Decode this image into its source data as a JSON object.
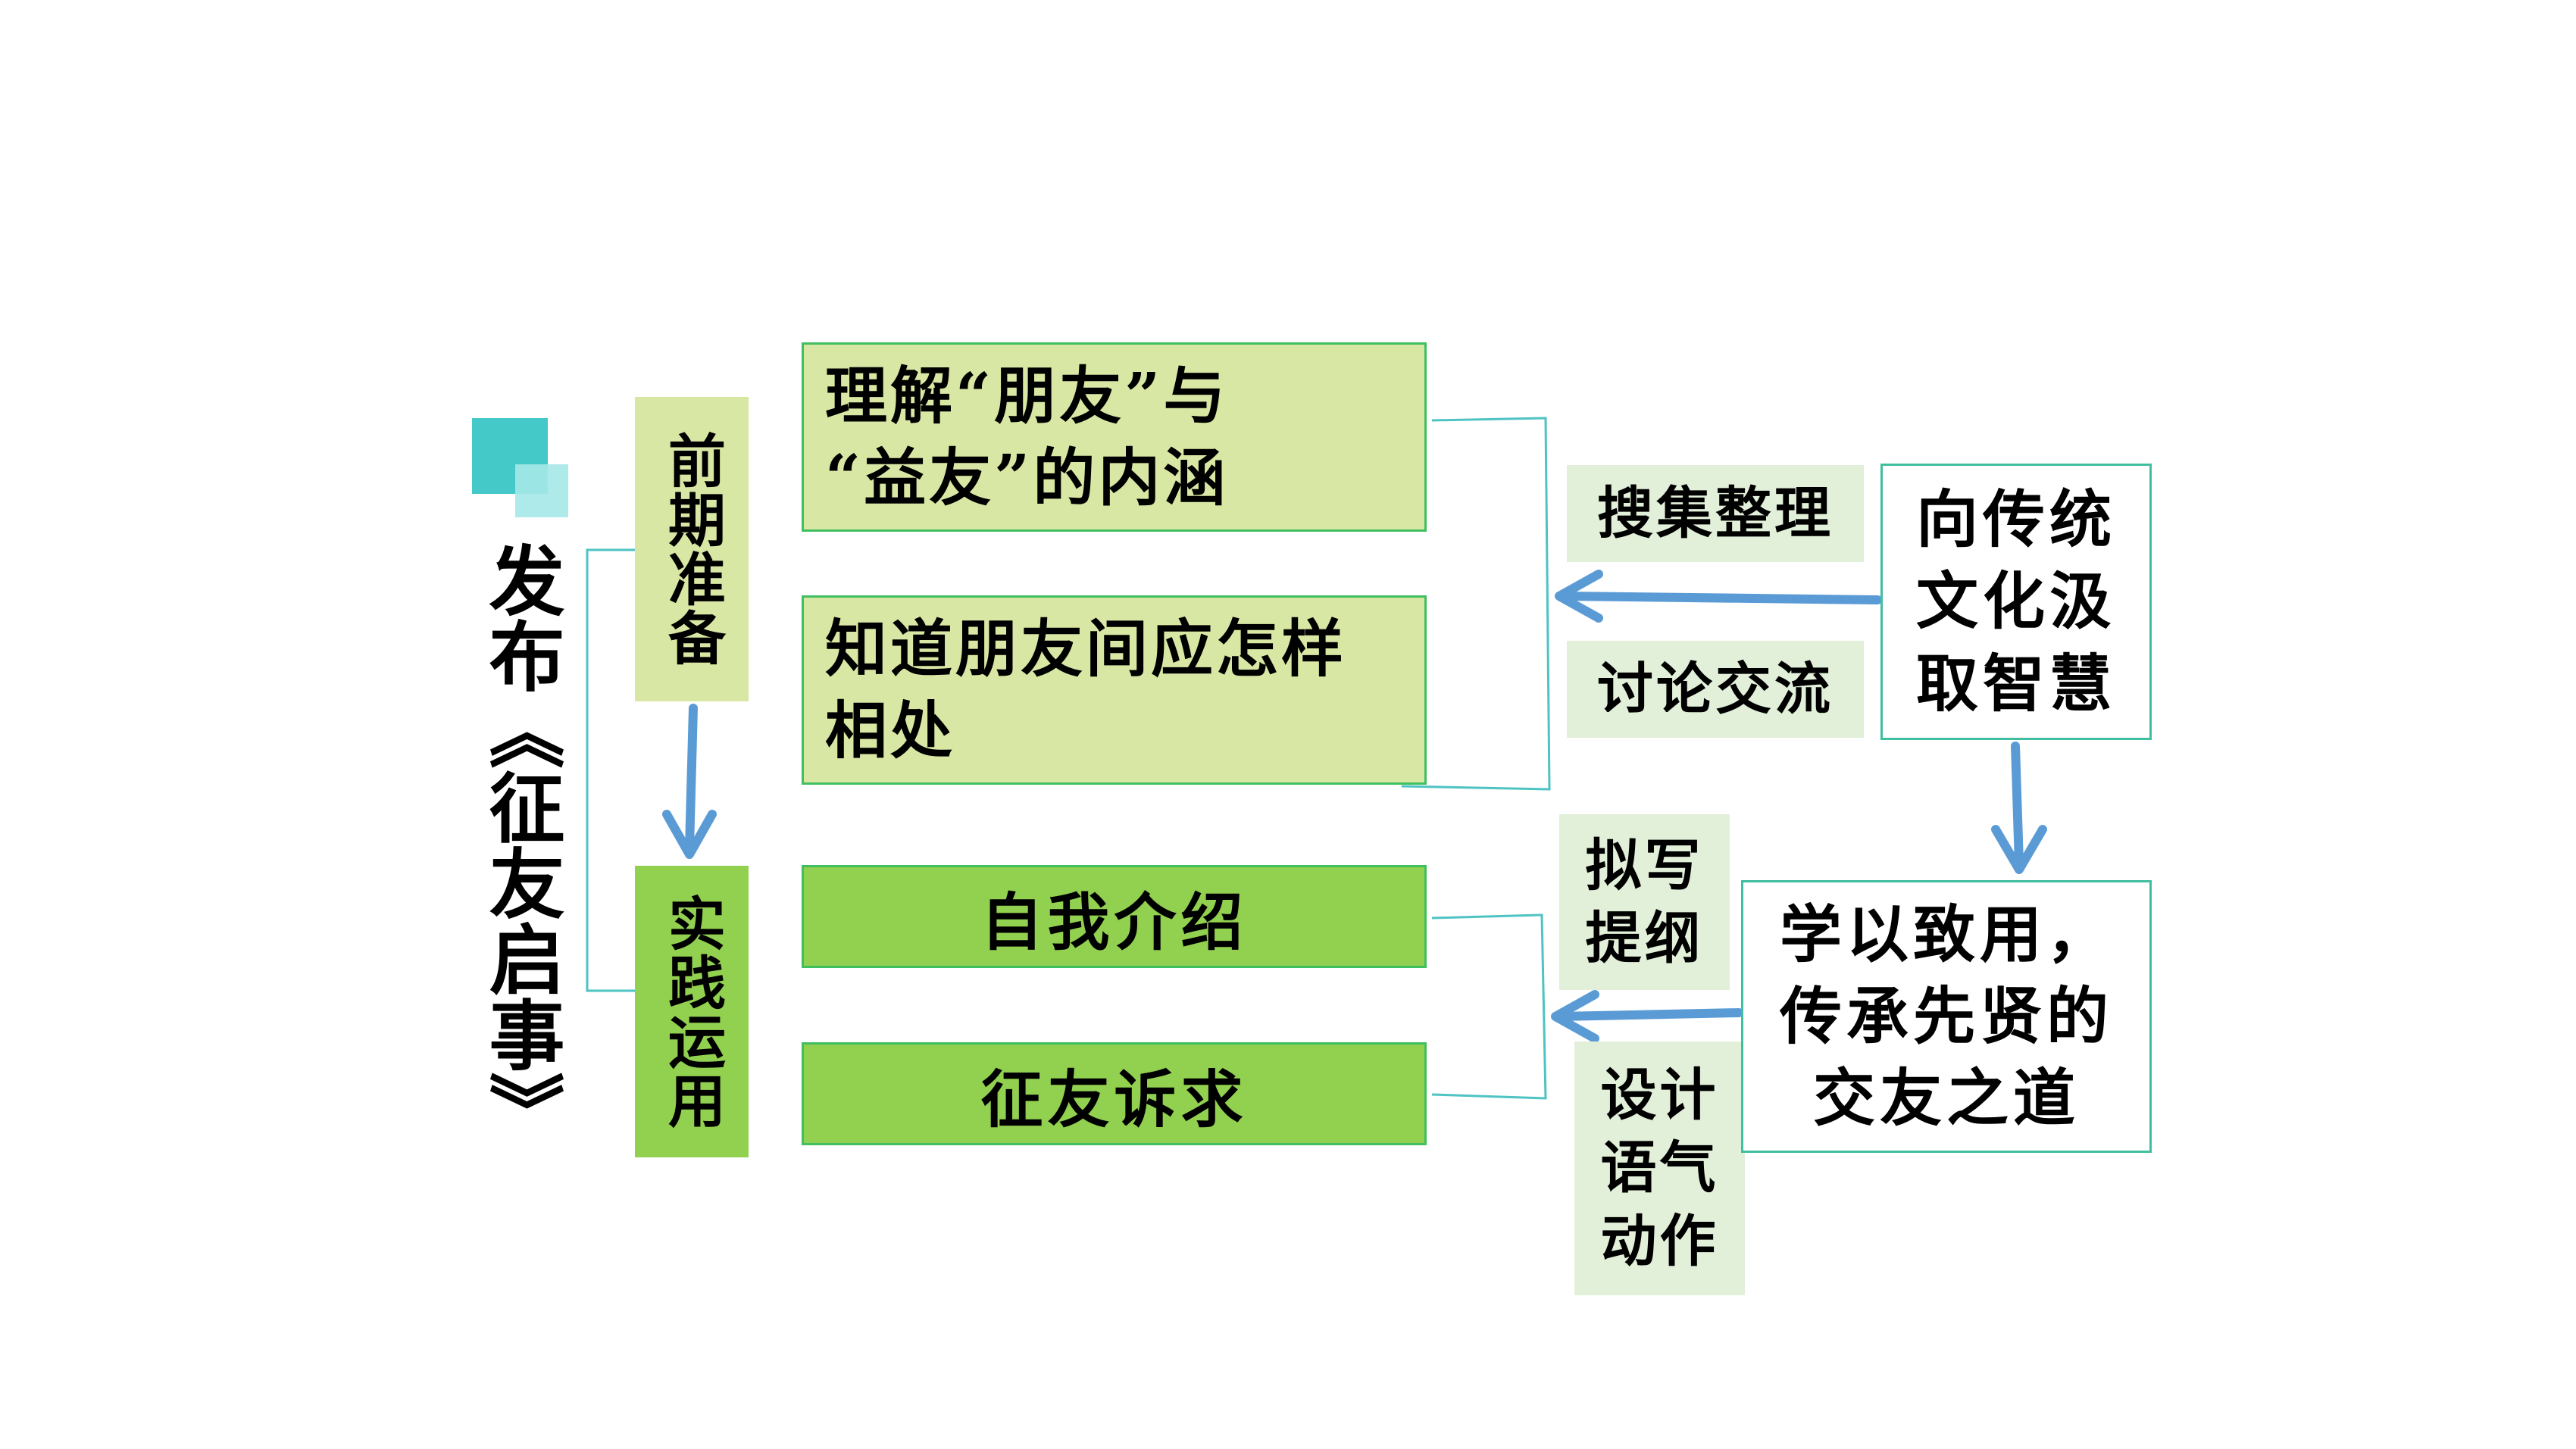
{
  "title": "发布《征友启事》",
  "stages": {
    "prep": "前期准备",
    "practice": "实践运用"
  },
  "tasks": {
    "t1": "理解“朋友”与\n“益友”的内涵",
    "t2": "知道朋友间应怎样\n相处",
    "t3": "自我介绍",
    "t4": "征友诉求"
  },
  "methods": {
    "collect": "搜集整理",
    "discuss": "讨论交流",
    "outline": "拟写\n提纲",
    "design": "设计\n语气\n动作"
  },
  "goals": {
    "tradition": "向传统\n文化汲\n取智慧",
    "apply": "学以致用，\n传承先贤的\n交友之道"
  },
  "colors": {
    "light_green": "#d8e7a3",
    "mid_green": "#92d050",
    "teal": "#4fc3c3",
    "arrow_blue": "#5b9bd5"
  }
}
